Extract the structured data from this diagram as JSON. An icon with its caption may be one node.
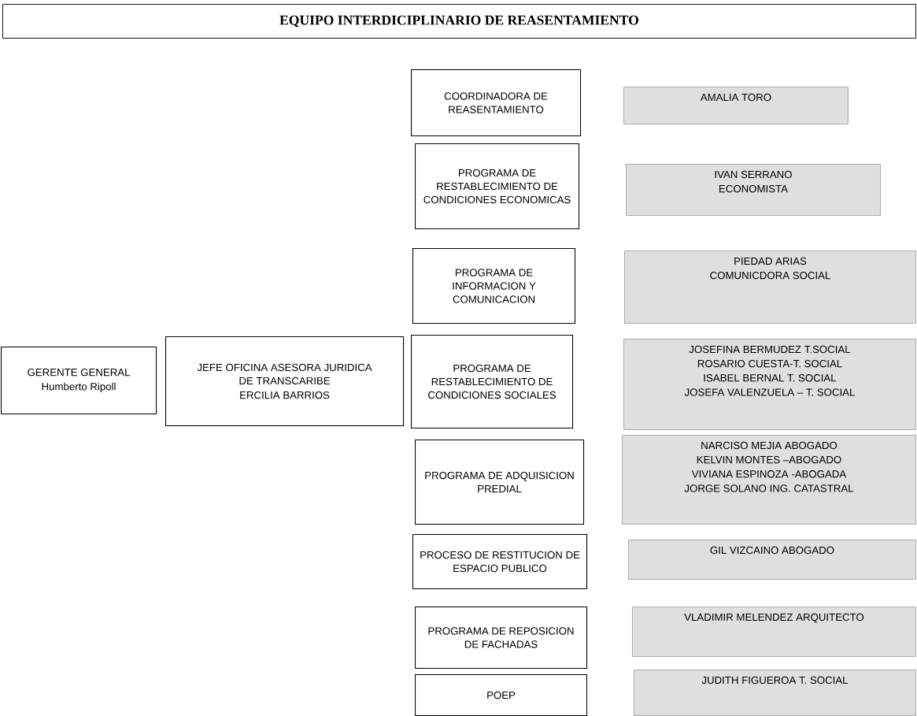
{
  "diagram": {
    "title": "EQUIPO INTERDICIPLINARIO DE REASENTAMIENTO",
    "nodes": [
      {
        "text": [
          "GERENTE GENERAL",
          "Humberto Ripoll"
        ]
      },
      {
        "text": [
          "JEFE OFICINA ASESORA JURIDICA DE TRANSCARIBE",
          "ERCILIA BARRIOS"
        ]
      },
      {
        "text": [
          "COORDINADORA DE REASENTAMIENTO"
        ]
      },
      {
        "text": [
          "PROGRAMA DE RESTABLECIMIENTO DE CONDICIONES ECONOMICAS"
        ]
      },
      {
        "text": [
          "PROGRAMA DE INFORMACION Y COMUNICACION"
        ]
      },
      {
        "text": [
          "PROGRAMA DE RESTABLECIMIENTO DE CONDICIONES SOCIALES"
        ]
      },
      {
        "text": [
          "PROGRAMA DE ADQUISICION PREDIAL"
        ]
      },
      {
        "text": [
          "PROCESO DE RESTITUCION DE ESPACIO PUBLICO"
        ]
      },
      {
        "text": [
          "PROGRAMA DE REPOSICION DE FACHADAS"
        ]
      },
      {
        "text": [
          "POEP"
        ]
      },
      {
        "text": [
          "AMALIA TORO"
        ]
      },
      {
        "text": [
          "IVAN SERRANO",
          "ECONOMISTA"
        ]
      },
      {
        "text": [
          "PIEDAD ARIAS",
          "COMUNICDORA SOCIAL"
        ]
      },
      {
        "text": [
          "JOSEFINA BERMUDEZ T.SOCIAL",
          "ROSARIO CUESTA-T. SOCIAL",
          "ISABEL BERNAL T. SOCIAL",
          "JOSEFA VALENZUELA – T. SOCIAL"
        ]
      },
      {
        "text": [
          "NARCISO MEJIA ABOGADO",
          "KELVIN MONTES –ABOGADO",
          "VIVIANA ESPINOZA -ABOGADA",
          "JORGE SOLANO ING. CATASTRAL"
        ]
      },
      {
        "text": [
          "GIL VIZCAINO ABOGADO"
        ]
      },
      {
        "text": [
          "VLADIMIR MELENDEZ ARQUITECTO"
        ]
      },
      {
        "text": [
          "JUDITH FIGUEROA T. SOCIAL"
        ]
      }
    ],
    "edges": []
  }
}
